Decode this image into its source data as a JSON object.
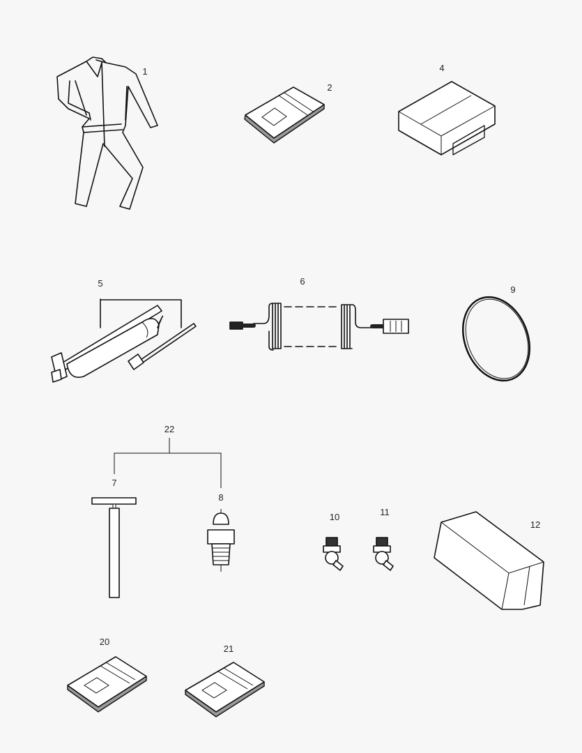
{
  "diagram": {
    "background": "#f7f7f7",
    "line_color": "#111111",
    "parts": [
      {
        "id": "1",
        "label": "1",
        "description": "coverall",
        "icon": "coverall-icon"
      },
      {
        "id": "2",
        "label": "2",
        "description": "manual booklet",
        "icon": "booklet-icon"
      },
      {
        "id": "4",
        "label": "4",
        "description": "box",
        "icon": "box-icon"
      },
      {
        "id": "5",
        "label": "5",
        "description": "grease gun with extension hose",
        "icon": "grease-gun-icon"
      },
      {
        "id": "6",
        "label": "6",
        "description": "coiled air hose with couplings",
        "icon": "coiled-hose-icon"
      },
      {
        "id": "9",
        "label": "9",
        "description": "belt ring",
        "icon": "belt-icon"
      },
      {
        "id": "22",
        "label": "22",
        "description": "kit group of items 7 and 8",
        "icon": "group-bracket-icon"
      },
      {
        "id": "7",
        "label": "7",
        "description": "T-handle tool",
        "icon": "t-handle-icon"
      },
      {
        "id": "8",
        "label": "8",
        "description": "grease nipple",
        "icon": "grease-nipple-icon"
      },
      {
        "id": "10",
        "label": "10",
        "description": "angled grease nipple",
        "icon": "angled-nipple-icon"
      },
      {
        "id": "11",
        "label": "11",
        "description": "angled grease nipple",
        "icon": "angled-nipple-icon"
      },
      {
        "id": "12",
        "label": "12",
        "description": "box",
        "icon": "box-icon"
      },
      {
        "id": "20",
        "label": "20",
        "description": "manual booklet",
        "icon": "booklet-icon"
      },
      {
        "id": "21",
        "label": "21",
        "description": "manual booklet",
        "icon": "booklet-icon"
      }
    ]
  }
}
